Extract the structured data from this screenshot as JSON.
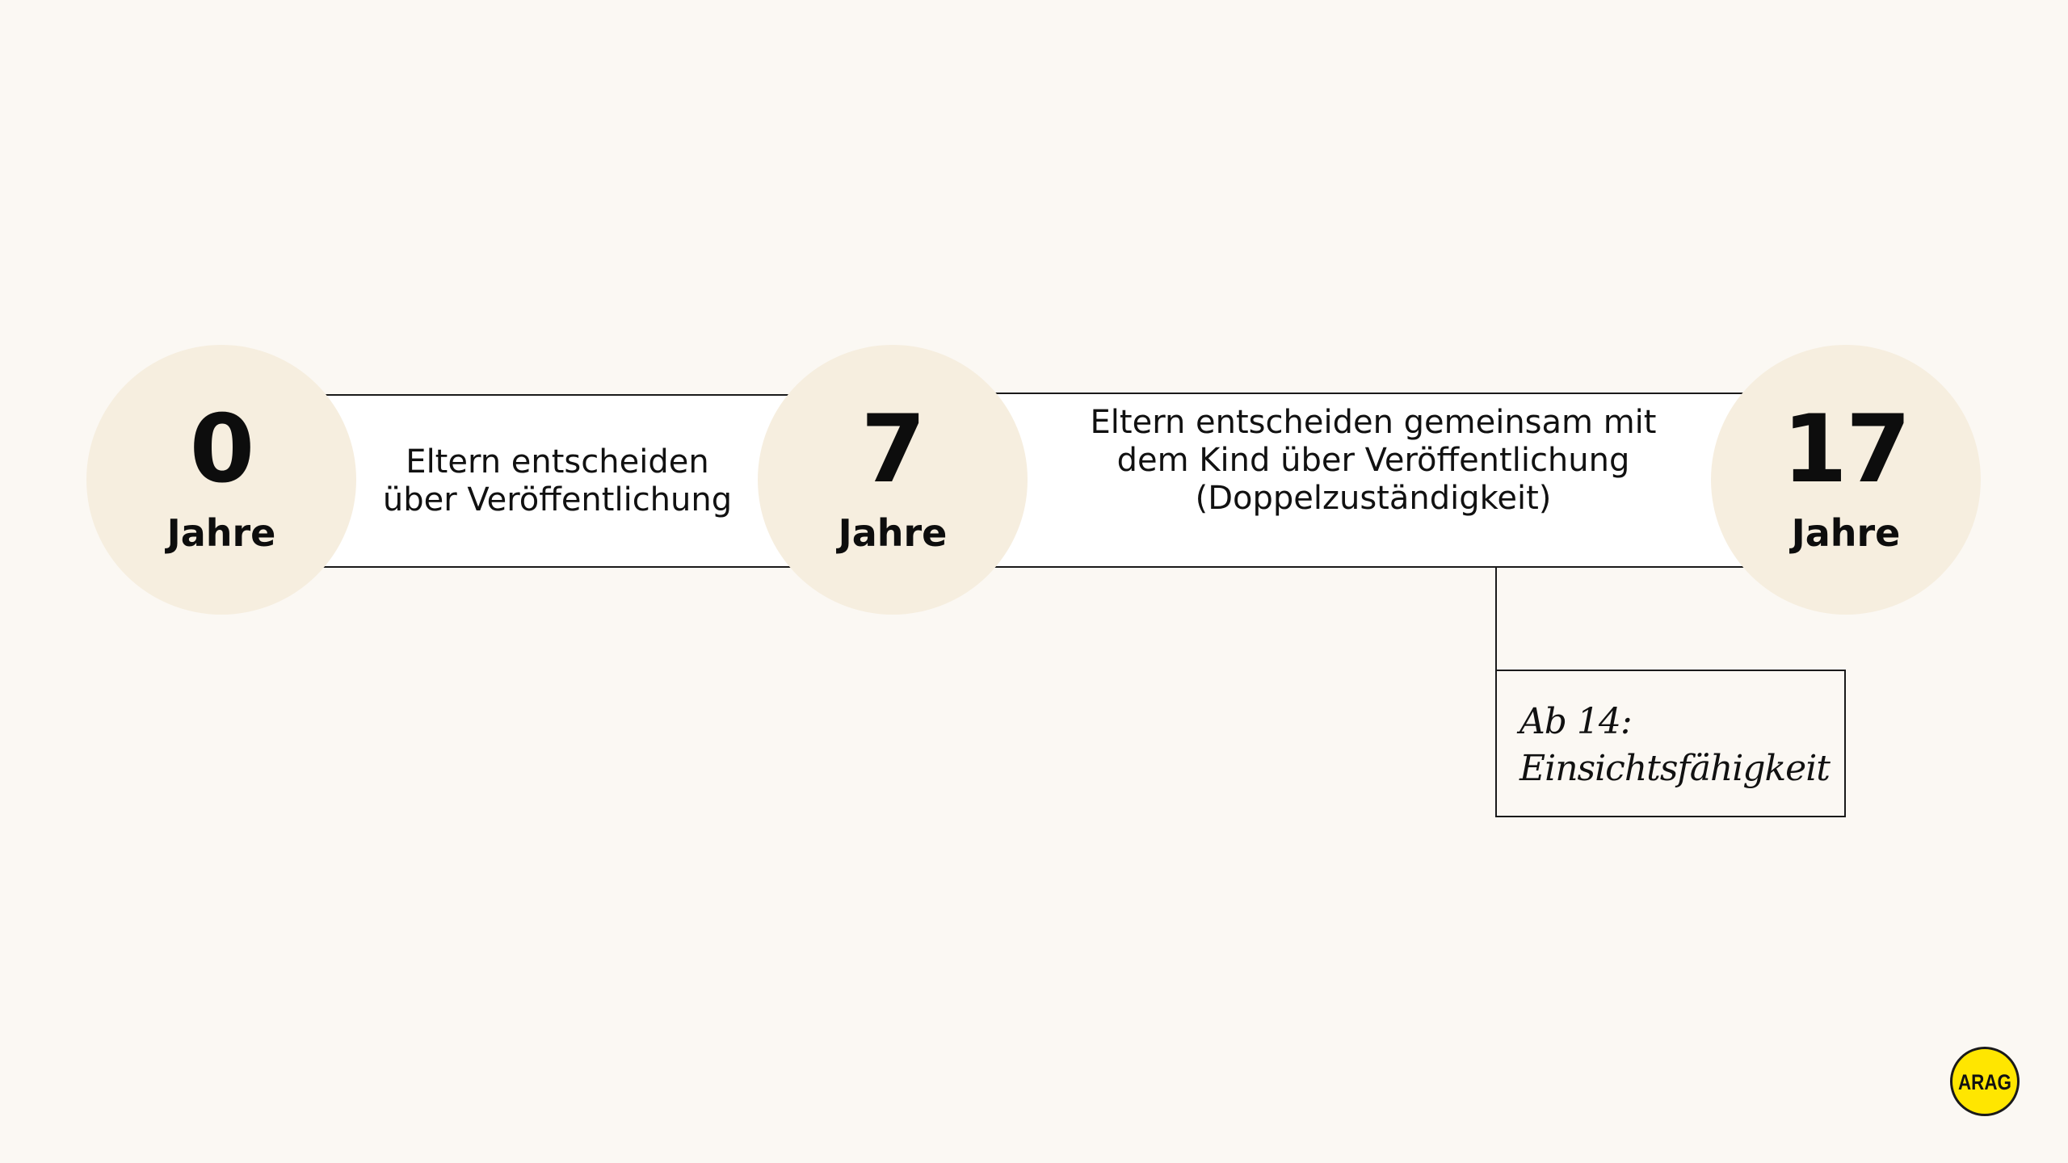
{
  "stages": [
    {
      "number": "0",
      "unit": "Jahre"
    },
    {
      "number": "7",
      "unit": "Jahre"
    },
    {
      "number": "17",
      "unit": "Jahre"
    }
  ],
  "bands": [
    {
      "text": "Eltern entscheiden\nüber Veröffentlichung"
    },
    {
      "text": "Eltern entscheiden gemeinsam mit\ndem Kind über Veröffentlichung\n(Doppelzuständigkeit)"
    }
  ],
  "note": {
    "text": "Ab 14:\nEinsichtsfähigkeit"
  },
  "logo": {
    "text": "ARAG",
    "color": "#ffe600"
  },
  "colors": {
    "background": "#fbf8f3",
    "circle": "#f6eedf",
    "band": "#ffffff",
    "line": "#1a1a1a"
  }
}
